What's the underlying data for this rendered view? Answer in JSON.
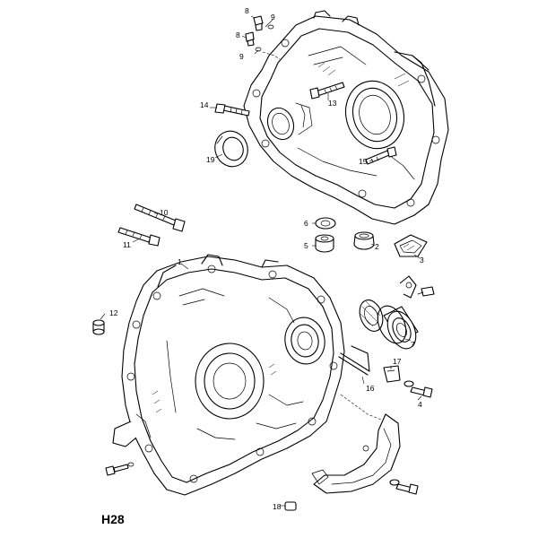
{
  "diagram_code": "H28",
  "callouts": {
    "p1": "1",
    "p2": "2",
    "p3": "3",
    "p4": "4",
    "p5": "5",
    "p6": "6",
    "p7": "7",
    "p8a": "8",
    "p8b": "8",
    "p9a": "9",
    "p9b": "9",
    "p10": "10",
    "p11": "11",
    "p12": "12",
    "p13": "13",
    "p14": "14",
    "p15": "15",
    "p16": "16",
    "p17": "17",
    "p18": "18",
    "p19": "19"
  }
}
